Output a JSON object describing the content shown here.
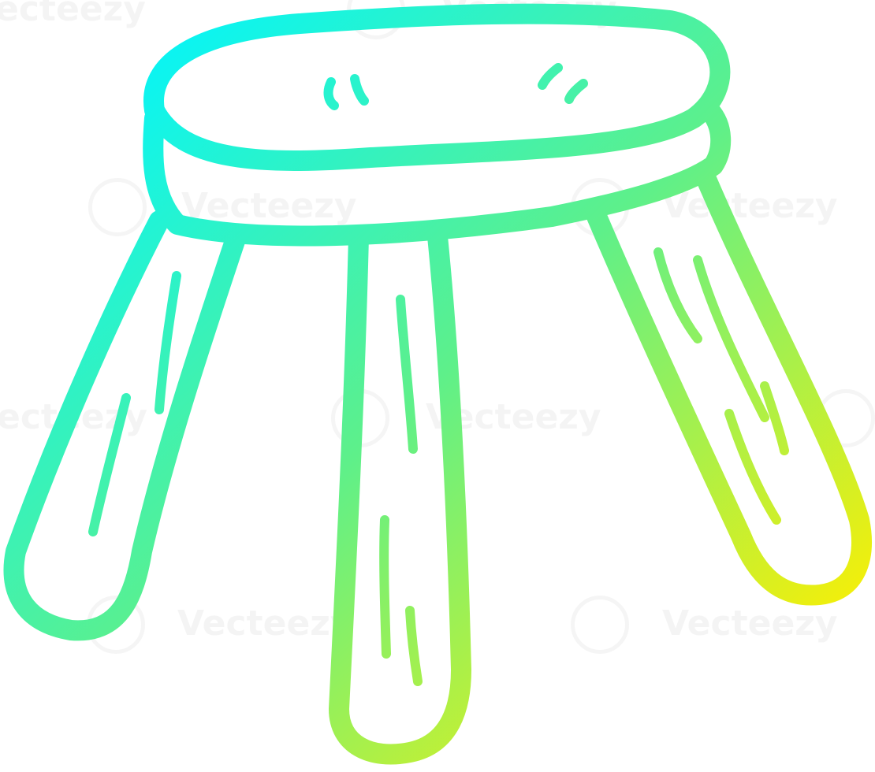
{
  "image": {
    "subject": "stool",
    "gradient": {
      "start": "#00f5ff",
      "mid": "#5ef08a",
      "end": "#ffef00"
    }
  },
  "watermark": {
    "text": "Vecteezy",
    "partial_text": "ecteezy",
    "icon": "vecteezy-logo-icon"
  }
}
